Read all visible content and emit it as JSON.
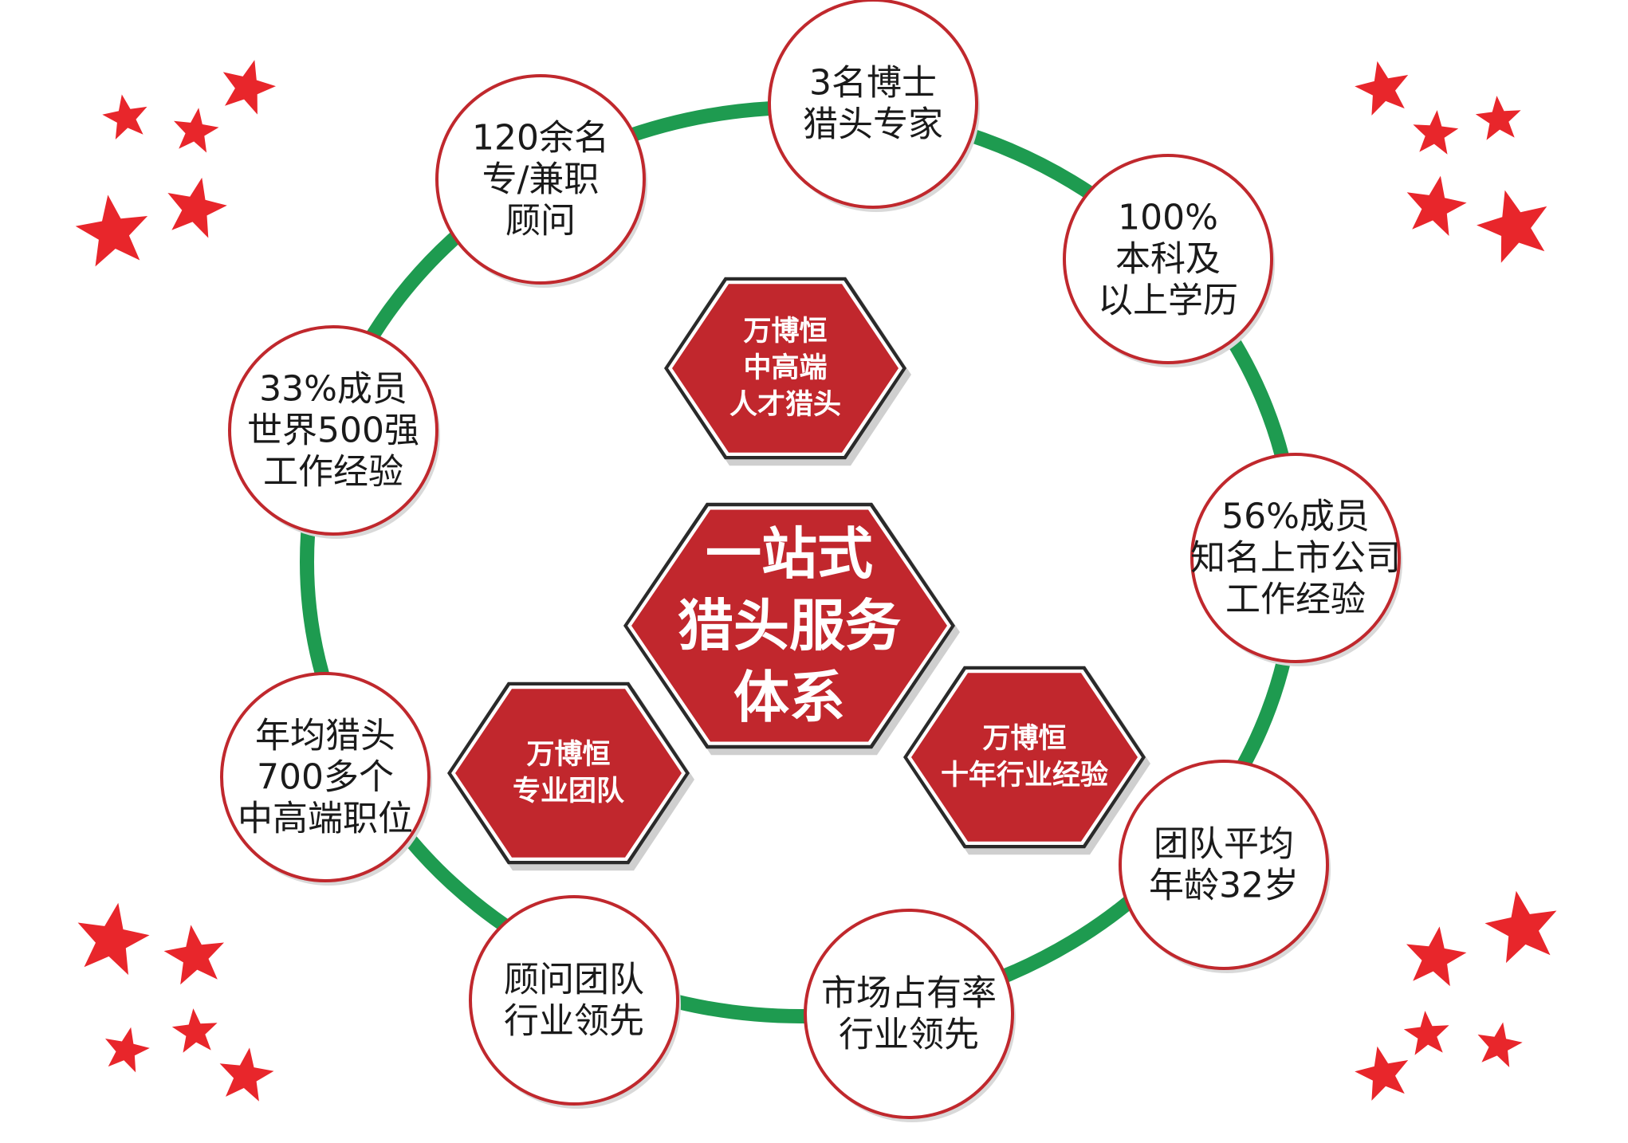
{
  "colors": {
    "ring": "#1e9b50",
    "node_border": "#c0282d",
    "hex_fill": "#c1272d",
    "hex_border": "#2a2a2a",
    "star": "#e8262b",
    "text": "#1a1a1a"
  },
  "center": {
    "lines": [
      "一站式",
      "猎头服务",
      "体系"
    ]
  },
  "hexagons": [
    {
      "lines": [
        "万博恒",
        "中高端",
        "人才猎头"
      ]
    },
    {
      "lines": [
        "万博恒",
        "专业团队"
      ]
    },
    {
      "lines": [
        "万博恒",
        "十年行业经验"
      ]
    }
  ],
  "nodes": [
    {
      "lines": [
        "3名博士",
        "猎头专家"
      ]
    },
    {
      "lines": [
        "100%",
        "本科及",
        "以上学历"
      ]
    },
    {
      "lines": [
        "56%成员",
        "知名上市公司",
        "工作经验"
      ]
    },
    {
      "lines": [
        "团队平均",
        "年龄32岁"
      ]
    },
    {
      "lines": [
        "市场占有率",
        "行业领先"
      ]
    },
    {
      "lines": [
        "顾问团队",
        "行业领先"
      ]
    },
    {
      "lines": [
        "年均猎头",
        "700多个",
        "中高端职位"
      ]
    },
    {
      "lines": [
        "33%成员",
        "世界500强",
        "工作经验"
      ]
    },
    {
      "lines": [
        "120余名",
        "专/兼职",
        "顾问"
      ]
    }
  ],
  "decorations": {
    "star_icon": "red-star-icon"
  }
}
